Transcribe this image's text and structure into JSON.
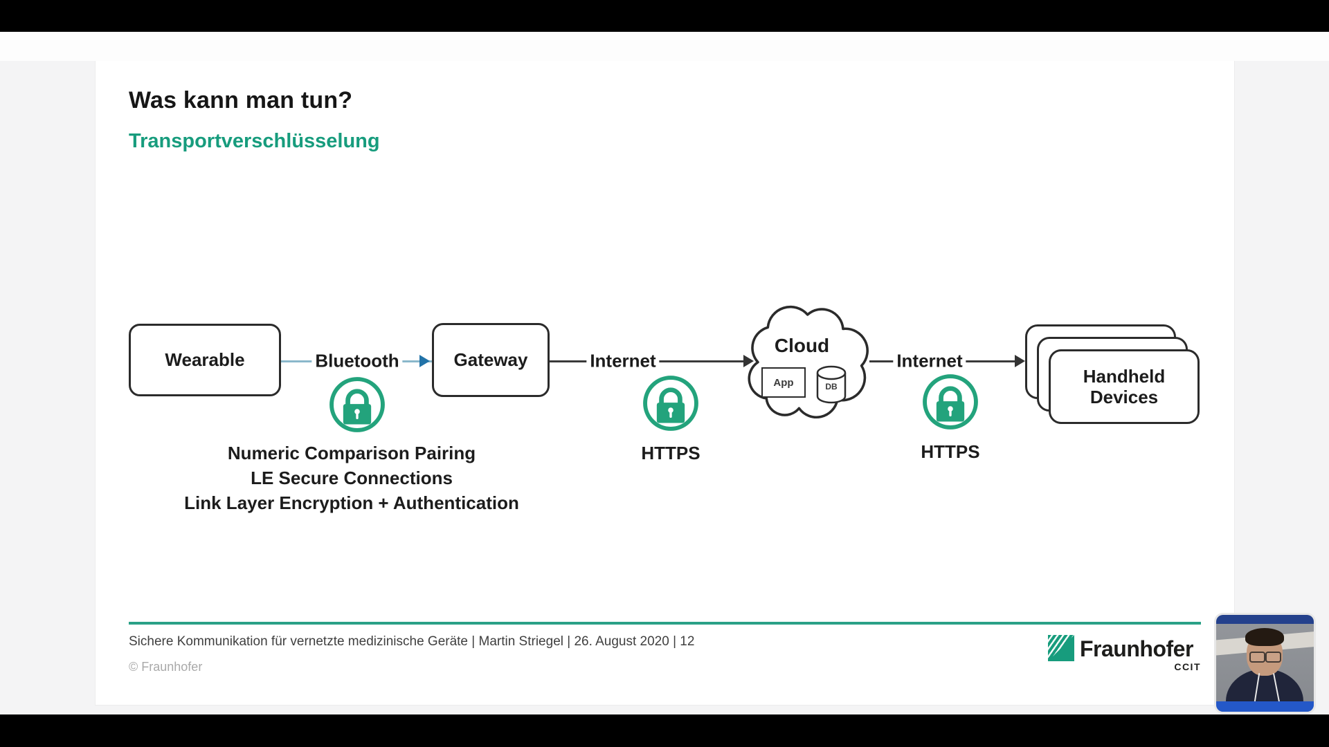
{
  "slide": {
    "title": "Was kann man tun?",
    "subtitle": "Transportverschlüsselung"
  },
  "diagram": {
    "nodes": {
      "wearable": "Wearable",
      "gateway": "Gateway",
      "cloud": "Cloud",
      "cloud_app": "App",
      "cloud_db": "DB",
      "handheld": "Handheld Devices"
    },
    "links": {
      "bluetooth": "Bluetooth",
      "internet_1": "Internet",
      "internet_2": "Internet"
    },
    "security": {
      "bluetooth_lines": [
        "Numeric Comparison Pairing",
        "LE Secure Connections",
        "Link Layer Encryption + Authentication"
      ],
      "https_1": "HTTPS",
      "https_2": "HTTPS"
    }
  },
  "footer": {
    "text": "Sichere Kommunikation für vernetzte medizinische Geräte | Martin Striegel | 26. August 2020 | 12",
    "copyright": "© Fraunhofer",
    "brand": "Fraunhofer",
    "brand_sub": "CCIT"
  },
  "colors": {
    "fraunhofer_green": "#179c7d",
    "lock_green": "#23a37c",
    "bluetooth_line_blue": "#8ab8cb",
    "bluetooth_arrow_blue": "#2273a8",
    "connector_dark": "#3a3a3a"
  }
}
